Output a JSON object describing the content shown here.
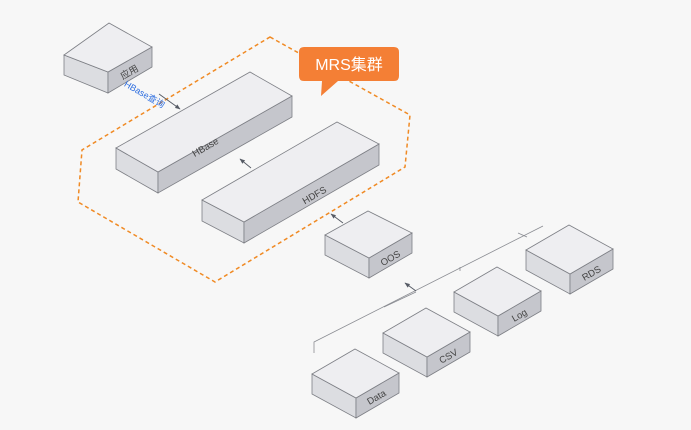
{
  "cluster": {
    "label": "MRS集群",
    "badge_color": "#f47f35",
    "border_color": "#f08a24"
  },
  "nodes": {
    "app": "应用",
    "hbase": "HBase",
    "hdfs": "HDFS",
    "oos": "OOS",
    "rds": "RDS",
    "log": "Log",
    "csv": "CSV",
    "data": "Data"
  },
  "edges": {
    "app_to_hbase": "HBase查询"
  }
}
